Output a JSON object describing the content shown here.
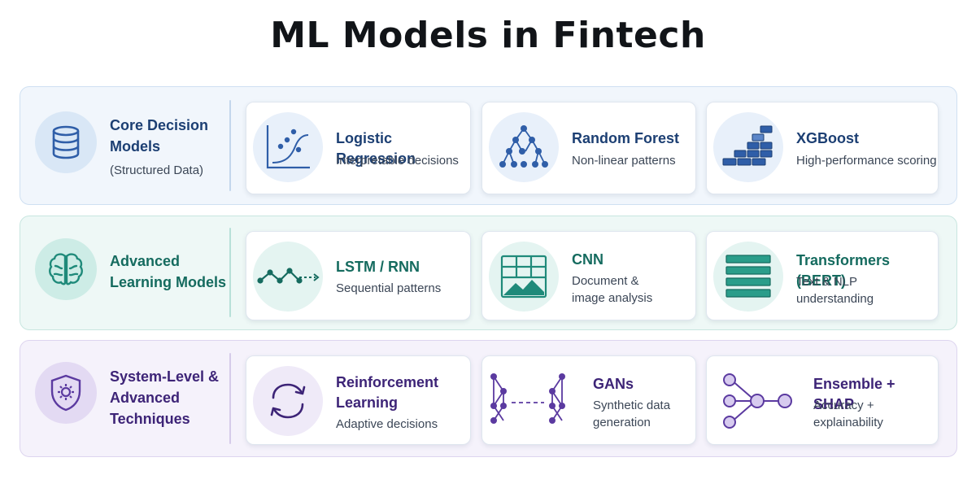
{
  "title": "ML Models in Fintech",
  "colors": {
    "row1_accent": "#1c3f73",
    "row2_accent": "#156b5f",
    "row3_accent": "#3d2477",
    "row1_icon": "#2f5ea8",
    "row2_icon": "#1f8a7a",
    "row3_icon": "#5b3aa0"
  },
  "rows": [
    {
      "label_lines": [
        "Core Decision",
        "Models"
      ],
      "sublabel": "(Structured Data)",
      "icon": "database-icon",
      "cards": [
        {
          "title": "Logistic Regression",
          "desc_lines": [
            "Interpretable decisions"
          ],
          "icon": "scatter-curve-icon"
        },
        {
          "title": "Random Forest",
          "desc_lines": [
            "Non-linear patterns"
          ],
          "icon": "tree-icon"
        },
        {
          "title": "XGBoost",
          "desc_lines": [
            "High-performance scoring"
          ],
          "icon": "stacked-blocks-icon"
        }
      ]
    },
    {
      "label_lines": [
        "Advanced",
        "Learning Models"
      ],
      "icon": "brain-icon",
      "cards": [
        {
          "title": "LSTM / RNN",
          "desc_lines": [
            "Sequential patterns"
          ],
          "icon": "sequence-icon"
        },
        {
          "title": "CNN",
          "desc_lines": [
            "Document &",
            "image analysis"
          ],
          "icon": "image-grid-icon"
        },
        {
          "title": "Transformers (BERT)",
          "desc_lines": [
            "Text & NLP",
            "understanding"
          ],
          "icon": "layers-icon"
        }
      ]
    },
    {
      "label_lines": [
        "System-Level &",
        "Advanced",
        "Techniques"
      ],
      "icon": "shield-gear-icon",
      "cards": [
        {
          "title_lines": [
            "Reinforcement",
            "Learning"
          ],
          "desc_lines": [
            "Adaptive decisions"
          ],
          "icon": "cycle-arrows-icon"
        },
        {
          "title": "GANs",
          "desc_lines": [
            "Synthetic data",
            "generation"
          ],
          "icon": "dual-network-icon"
        },
        {
          "title": "Ensemble + SHAP",
          "desc_lines": [
            "Accuracy +",
            "explainability"
          ],
          "icon": "ensemble-nodes-icon"
        }
      ]
    }
  ]
}
